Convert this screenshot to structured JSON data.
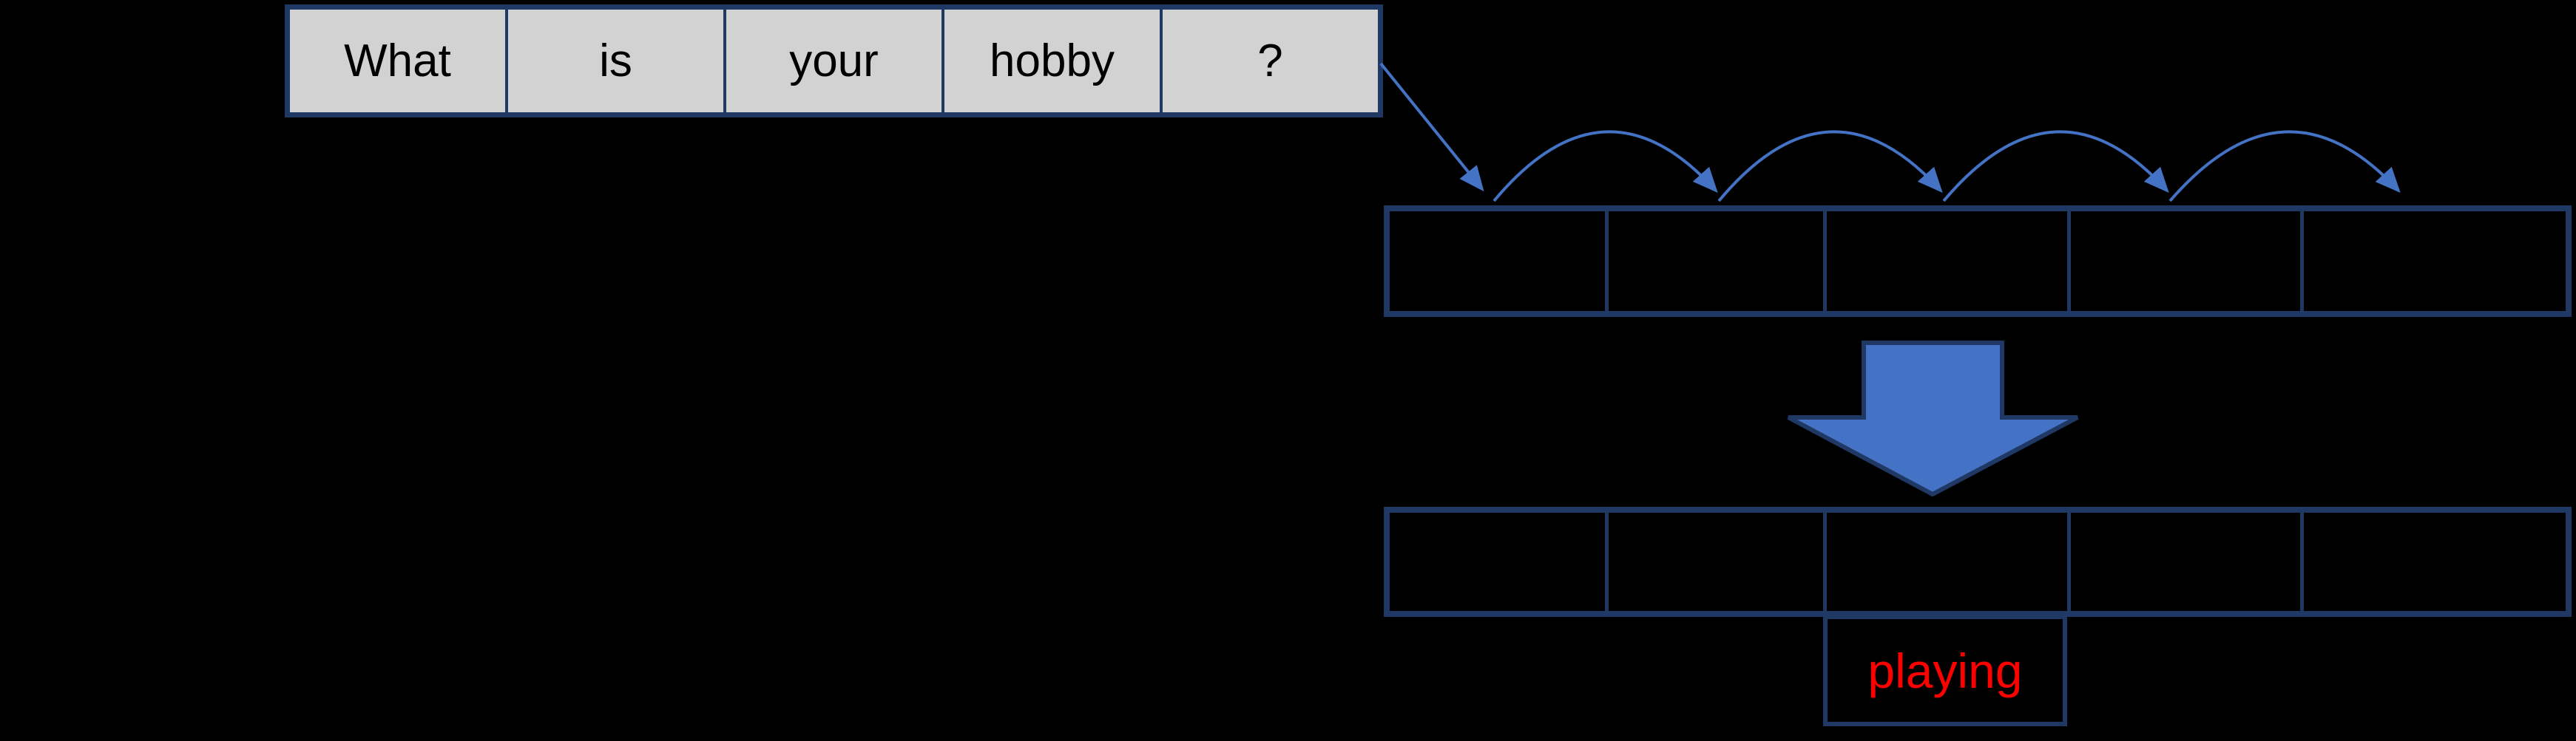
{
  "diagram": {
    "description": "sequence-to-prediction diagram",
    "background_color": "#000000"
  },
  "colors": {
    "border_navy": "#1F3864",
    "arrow_blue": "#4472C4",
    "input_cell_gray": "#D2D2D2",
    "input_text_black": "#000000",
    "predicted_word_red": "#FF0000"
  },
  "input_sentence": {
    "tokens": [
      "What",
      "is",
      "your",
      "hobby",
      "?"
    ],
    "cell_count": 5
  },
  "state_row_top": {
    "cell_count": 5,
    "cells": [
      "",
      "",
      "",
      "",
      ""
    ]
  },
  "state_row_bottom": {
    "cell_count": 5,
    "cells": [
      "",
      "",
      "",
      "",
      ""
    ]
  },
  "predicted_word": {
    "label": "playing"
  },
  "icons": {
    "input_flow_arrow": "diagonal-arrow-icon",
    "hop_arcs": [
      "hop-arc-icon",
      "hop-arc-icon",
      "hop-arc-icon",
      "hop-arc-icon"
    ],
    "transform_arrow": "block-down-arrow-icon"
  }
}
